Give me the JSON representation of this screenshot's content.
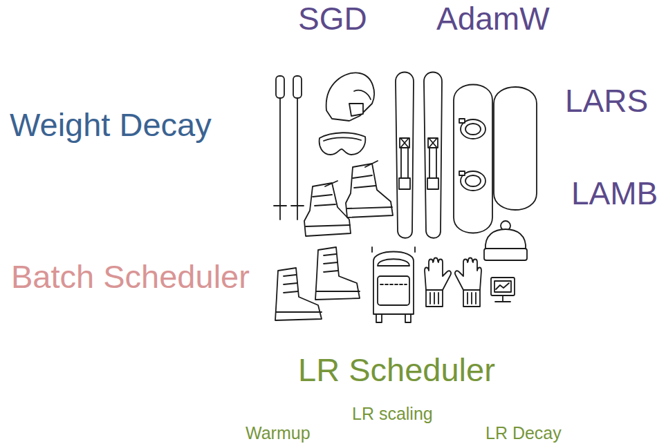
{
  "diagram": {
    "labels": [
      "SGD",
      "AdamW",
      "LARS",
      "Weight Decay",
      "LAMB",
      "Batch Scheduler",
      "LR Scheduler",
      "LR scaling",
      "Warmup",
      "LR Decay"
    ]
  }
}
